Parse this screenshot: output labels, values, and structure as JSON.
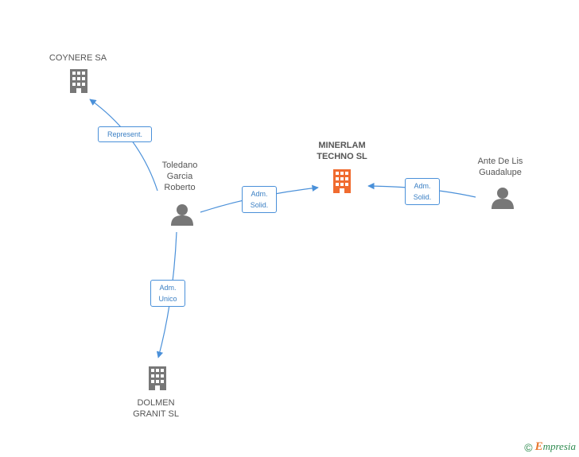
{
  "nodes": {
    "coynere": {
      "label": "COYNERE SA",
      "type": "company"
    },
    "minerlam": {
      "label": "MINERLAM\nTECHNO SL",
      "type": "company",
      "highlight": true
    },
    "dolmen": {
      "label": "DOLMEN\nGRANIT SL",
      "type": "company"
    },
    "toledano": {
      "label": "Toledano\nGarcia\nRoberto",
      "type": "person"
    },
    "ante": {
      "label": "Ante De Lis\nGuadalupe",
      "type": "person"
    }
  },
  "edges": {
    "represent": {
      "label": "Represent."
    },
    "adm_solid_1": {
      "label": "Adm.\nSolid."
    },
    "adm_solid_2": {
      "label": "Adm.\nSolid."
    },
    "adm_unico": {
      "label": "Adm.\nUnico"
    }
  },
  "colors": {
    "edge": "#4a90d9",
    "company": "#777777",
    "company_highlight": "#f06b2f",
    "person": "#777777"
  },
  "footer": {
    "copyright": "©",
    "brand_initial": "E",
    "brand_rest": "mpresia"
  }
}
